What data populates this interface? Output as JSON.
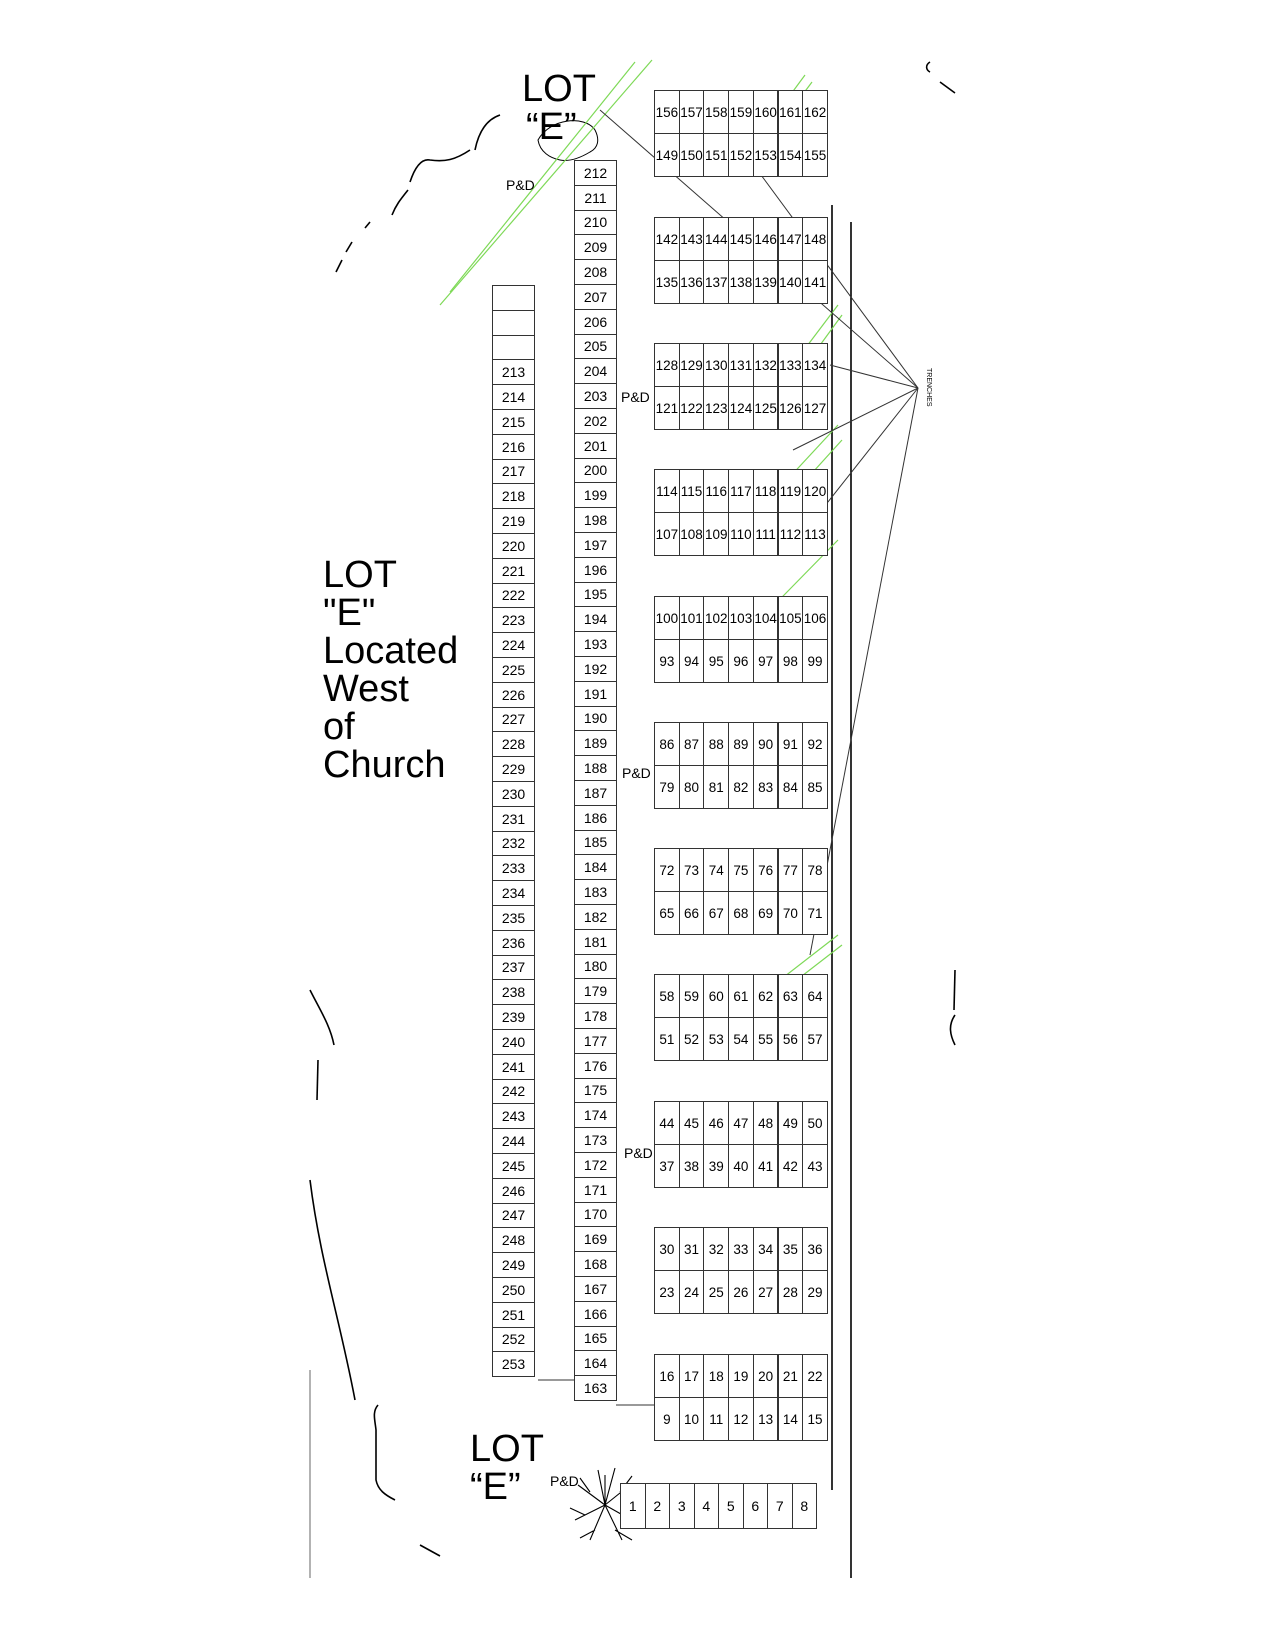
{
  "labels": {
    "lot_top": [
      "LOT",
      "“E”"
    ],
    "lot_side": [
      "LOT",
      "\"E\"",
      "Located",
      "West",
      "of",
      "Church"
    ],
    "lot_bottom": [
      "LOT",
      "“E”"
    ],
    "pd": "P&D",
    "trenches": "TRENCHES"
  },
  "colors": {
    "line": "#333333",
    "green": "#7ed957"
  },
  "icons": {
    "tree": "tree-icon"
  },
  "blocks": [
    {
      "top": [
        "156",
        "157",
        "158",
        "159",
        "160",
        "161",
        "162"
      ],
      "bottom": [
        "149",
        "150",
        "151",
        "152",
        "153",
        "154",
        "155"
      ]
    },
    {
      "top": [
        "142",
        "143",
        "144",
        "145",
        "146",
        "147",
        "148"
      ],
      "bottom": [
        "135",
        "136",
        "137",
        "138",
        "139",
        "140",
        "141"
      ]
    },
    {
      "top": [
        "128",
        "129",
        "130",
        "131",
        "132",
        "133",
        "134"
      ],
      "bottom": [
        "121",
        "122",
        "123",
        "124",
        "125",
        "126",
        "127"
      ]
    },
    {
      "top": [
        "114",
        "115",
        "116",
        "117",
        "118",
        "119",
        "120"
      ],
      "bottom": [
        "107",
        "108",
        "109",
        "110",
        "111",
        "112",
        "113"
      ]
    },
    {
      "top": [
        "100",
        "101",
        "102",
        "103",
        "104",
        "105",
        "106"
      ],
      "bottom": [
        "93",
        "94",
        "95",
        "96",
        "97",
        "98",
        "99"
      ]
    },
    {
      "top": [
        "86",
        "87",
        "88",
        "89",
        "90",
        "91",
        "92"
      ],
      "bottom": [
        "79",
        "80",
        "81",
        "82",
        "83",
        "84",
        "85"
      ]
    },
    {
      "top": [
        "72",
        "73",
        "74",
        "75",
        "76",
        "77",
        "78"
      ],
      "bottom": [
        "65",
        "66",
        "67",
        "68",
        "69",
        "70",
        "71"
      ]
    },
    {
      "top": [
        "58",
        "59",
        "60",
        "61",
        "62",
        "63",
        "64"
      ],
      "bottom": [
        "51",
        "52",
        "53",
        "54",
        "55",
        "56",
        "57"
      ]
    },
    {
      "top": [
        "44",
        "45",
        "46",
        "47",
        "48",
        "49",
        "50"
      ],
      "bottom": [
        "37",
        "38",
        "39",
        "40",
        "41",
        "42",
        "43"
      ]
    },
    {
      "top": [
        "30",
        "31",
        "32",
        "33",
        "34",
        "35",
        "36"
      ],
      "bottom": [
        "23",
        "24",
        "25",
        "26",
        "27",
        "28",
        "29"
      ]
    },
    {
      "top": [
        "16",
        "17",
        "18",
        "19",
        "20",
        "21",
        "22"
      ],
      "bottom": [
        "9",
        "10",
        "11",
        "12",
        "13",
        "14",
        "15"
      ]
    }
  ],
  "bottom_row": [
    "1",
    "2",
    "3",
    "4",
    "5",
    "6",
    "7",
    "8"
  ],
  "middle_column": [
    "212",
    "211",
    "210",
    "209",
    "208",
    "207",
    "206",
    "205",
    "204",
    "203",
    "202",
    "201",
    "200",
    "199",
    "198",
    "197",
    "196",
    "195",
    "194",
    "193",
    "192",
    "191",
    "190",
    "189",
    "188",
    "187",
    "186",
    "185",
    "184",
    "183",
    "182",
    "181",
    "180",
    "179",
    "178",
    "177",
    "176",
    "175",
    "174",
    "173",
    "172",
    "171",
    "170",
    "169",
    "168",
    "167",
    "166",
    "165",
    "164",
    "163"
  ],
  "left_column": [
    "",
    "",
    "",
    "213",
    "214",
    "215",
    "216",
    "217",
    "218",
    "219",
    "220",
    "221",
    "222",
    "223",
    "224",
    "225",
    "226",
    "227",
    "228",
    "229",
    "230",
    "231",
    "232",
    "233",
    "234",
    "235",
    "236",
    "237",
    "238",
    "239",
    "240",
    "241",
    "242",
    "243",
    "244",
    "245",
    "246",
    "247",
    "248",
    "249",
    "250",
    "251",
    "252",
    "253"
  ]
}
